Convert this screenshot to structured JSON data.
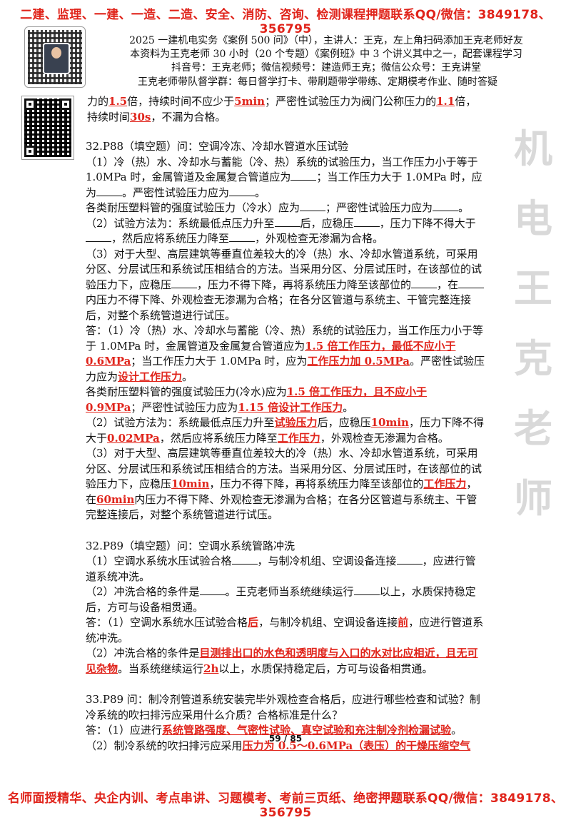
{
  "banner_top": "二建、监理、一建、一造、二造、安全、消防、咨询、检测课程押题联系QQ/微信：3849178、356795",
  "banner_bottom": "名师面授精华、央企内训、考点串讲、习题模考、考前三页纸、绝密押题联系QQ/微信：3849178、356795",
  "header": [
    "2025 一建机电实务《案例 500 问》（中），主讲人：王克，左上角扫码添加王克老师好友",
    "本资料为王克老师 30 小时（20 个专题）《案例班》中 3 个讲义其中之一，配套课程学习",
    "抖音号：王克老师；微信视频号：建造师王克；微信公众号：王克讲堂",
    "王克老师带队督学群：每日督学打卡、带刷题带学带练、定期模考作业、随时答疑"
  ],
  "cont": {
    "t1": "力的",
    "a1": "1.5",
    "t2": "倍，持续时间不应少于",
    "a2": "5min",
    "t3": "；严密性试验压力为阀门公称压力的",
    "a3": "1.1",
    "t4": "倍，持续时间",
    "a4": "30s",
    "t5": "，不漏为合格。"
  },
  "q32": {
    "title": "32.P88（填空题）问：空调冷冻、冷却水管道水压试验",
    "q1": "（1）冷（热）水、冷却水与蓄能（冷、热）系统的试验压力，当工作压力小于等于 1.0MPa 时，金属管道及金属复合管道应为",
    "q1b": "；当工作压力大于 1.0MPa 时，应为",
    "q1c": "。严密性试验压力应为",
    "q1d": "。",
    "q1e": "各类耐压塑料管的强度试验压力（冷水）应为",
    "q1f": "；严密性试验压力应为",
    "q1g": "。",
    "q2": "（2）试验方法为：系统最低点压力升至",
    "q2b": "后，应稳压",
    "q2c": "，压力下降不得大于",
    "q2d": "，然后应将系统压力降至",
    "q2e": "，外观检查无渗漏为合格。",
    "q3": "（3）对于大型、高层建筑等垂直位差较大的冷（热）水、冷却水管道系统，可采用分区、分层试压和系统试压相结合的方法。当采用分区、分层试压时，在该部位的试验压力下，应稳压",
    "q3b": "，压力不得下降，再将系统压力降至该部位的",
    "q3c": "，在",
    "q3d": "内压力不得下降、外观检查无渗漏为合格；在各分区管道与系统主、干管完整连接后，对整个系统管道进行试压。",
    "a1": "答：（1）冷（热）水、冷却水与蓄能（冷、热）系统的试验压力，当工作压力小于等于 1.0MPa 时，金属管道及金属复合管道应为",
    "a1x": "1.5 倍工作压力，最低不应小于 0.6MPa",
    "a1b": "；当工作压力大于 1.0MPa 时，应为",
    "a1y": "工作压力加 0.5MPa",
    "a1c": "。严密性试验压力应为",
    "a1z": "设计工作压力",
    "a1d": "。",
    "a1e": "各类耐压塑料管的强度试验压力(冷水)应为",
    "a1w": "1.5 倍工作压力，且不应小于 0.9MPa",
    "a1f": "；严密性试验压力应为",
    "a1v": "1.15 倍设计工作压力",
    "a1g": "。",
    "a2": "（2）试验方法为：系统最低点压力升至",
    "a2x": "试验压力",
    "a2b": "后，应稳压",
    "a2y": "10min",
    "a2c": "，压力下降不得大于",
    "a2z": "0.02MPa",
    "a2d": "，然后应将系统压力降至",
    "a2w": "工作压力",
    "a2e": "，外观检查无渗漏为合格。",
    "a3": "（3）对于大型、高层建筑等垂直位差较大的冷（热）水、冷却水管道系统，可采用分区、分层试压和系统试压相结合的方法。当采用分区、分层试压时，在该部位的试验压力下，应稳压",
    "a3x": "10min",
    "a3b": "，压力不得下降，再将系统压力降至该部位的",
    "a3y": "工作压力",
    "a3c": "，在",
    "a3z": "60min",
    "a3d": "内压力不得下降、外观检查无渗漏为合格；在各分区管道与系统主、干管完整连接后，对整个系统管道进行试压。"
  },
  "q32b": {
    "title": "32.P89（填空题）问：空调水系统管路冲洗",
    "q1": "（1）空调水系统水压试验合格",
    "q1b": "，与制冷机组、空调设备连接",
    "q1c": "，应进行管道系统冲洗。",
    "q2": "（2）冲洗合格的条件是",
    "q2b": "。王克老师当系统继续运行",
    "q2c": "以上，水质保持稳定后，方可与设备相贯通。",
    "a1": "答：（1）空调水系统水压试验合格",
    "a1x": "后",
    "a1b": "，与制冷机组、空调设备连接",
    "a1y": "前",
    "a1c": "，应进行管道系统冲洗。",
    "a2": "（2）冲洗合格的条件是",
    "a2x": "目测排出口的水色和透明度与入口的水对比应相近，且无可见杂物",
    "a2b": "。当系统继续运行",
    "a2y": "2h",
    "a2c": "以上，水质保持稳定后，方可与设备相贯通。"
  },
  "q33": {
    "title": "33.P89 问：制冷剂管道系统安装完毕外观检查合格后，应进行哪些检查和试验？制冷系统的吹扫排污应采用什么介质？合格标准是什么？",
    "a1": "答：（1）应进行",
    "a1x": "系统管路强度、气密性试验、真空试验和充注制冷剂检漏试验",
    "a1b": "。",
    "a2": "（2）制冷系统的吹扫排污应采用",
    "a2x": "压力为 0.5～0.6MPa（表压）的干燥压缩空气"
  },
  "side_watermark": [
    "机",
    "电",
    "王",
    "克",
    "老",
    "师"
  ],
  "page_number": "59 / 85",
  "accent_color": "#e0241b"
}
